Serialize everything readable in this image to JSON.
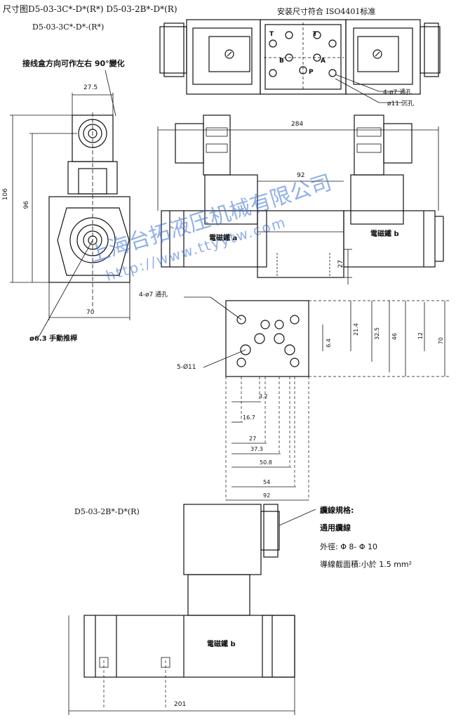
{
  "header": {
    "title_line1": "尺寸图D5-03-3C*-D*(R*) D5-03-2B*-D*(R)",
    "title_line2": "D5-03-3C*-D*-(R*)",
    "standard_note": "安装尺寸符合 ISO4401标准"
  },
  "notes": {
    "junction_box": "接线盒方向可作左右 90°變化",
    "manual_push": "ø6.3 手動推桿",
    "holes_top": "4-ø7 通孔",
    "counterbore_top": "ø11 沉孔",
    "holes_base": "4-ø7 通孔",
    "holes_base2": "5-Ø11"
  },
  "ports": {
    "t_left": "T",
    "t_right": "T",
    "b": "B",
    "a": "A",
    "p": "P"
  },
  "solenoid_labels": {
    "a": "電磁鐵 a",
    "b": "電磁鐵 b",
    "b_bottom": "電磁鐵 b"
  },
  "dimensions": {
    "d_27_5": "27.5",
    "d_106": "106",
    "d_96": "96",
    "d_70_side": "70",
    "d_284": "284",
    "d_92_top": "92",
    "d_27_v": "27",
    "d_21_4": "21.4",
    "d_32_5": "32.5",
    "d_46": "46",
    "d_12": "12",
    "d_70_right": "70",
    "d_6_4": "6.4",
    "d_3_2": "3.2",
    "d_16_7": "16.7",
    "d_27_h": "27",
    "d_37_3": "37.3",
    "d_50_8": "50.8",
    "d_54": "54",
    "d_92_bottom": "92",
    "d_201": "201"
  },
  "model_bottom": "D5-03-2B*-D*(R)",
  "cable_spec": {
    "title": "纜線規格:",
    "line1": "通用纜線",
    "line2": "外徑: Φ 8- Φ 10",
    "line3": "導線截面積:小於 1.5 mm²"
  },
  "watermark": {
    "company": "上海台拓液压机械有限公司",
    "url": "http://www.ttyytw.com"
  }
}
